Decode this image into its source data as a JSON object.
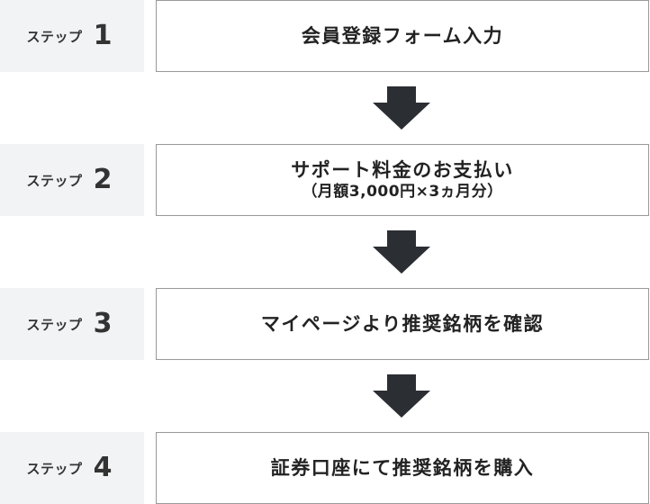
{
  "colors": {
    "label_bg": "#f2f3f5",
    "box_border": "#999999",
    "arrow": "#2b2e33",
    "text": "#222222"
  },
  "steps": [
    {
      "step_word": "ステップ",
      "number": "1",
      "title": "会員登録フォーム入力",
      "subtitle": ""
    },
    {
      "step_word": "ステップ",
      "number": "2",
      "title": "サポート料金のお支払い",
      "subtitle": "（月額3,000円×3ヵ月分）"
    },
    {
      "step_word": "ステップ",
      "number": "3",
      "title": "マイページより推奨銘柄を確認",
      "subtitle": ""
    },
    {
      "step_word": "ステップ",
      "number": "4",
      "title": "証券口座にて推奨銘柄を購入",
      "subtitle": ""
    }
  ],
  "arrow_icon": "down-arrow-icon"
}
